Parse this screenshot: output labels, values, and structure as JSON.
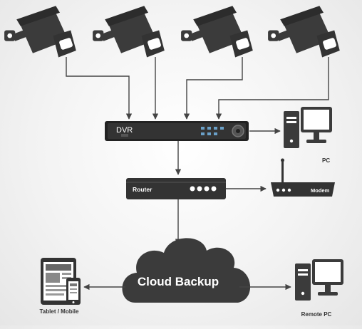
{
  "devices": {
    "dvr": {
      "label": "DVR"
    },
    "router": {
      "label": "Router"
    },
    "modem": {
      "label": "Modem"
    },
    "pc": {
      "label": "PC"
    },
    "cloud": {
      "label": "Cloud Backup"
    },
    "tablet": {
      "label": "Tablet / Mobile"
    },
    "remote_pc": {
      "label": "Remote PC"
    }
  },
  "colors": {
    "device": "#3b3b3b",
    "device_dark": "#222222",
    "line": "#444444",
    "lens": "#ffffff"
  }
}
